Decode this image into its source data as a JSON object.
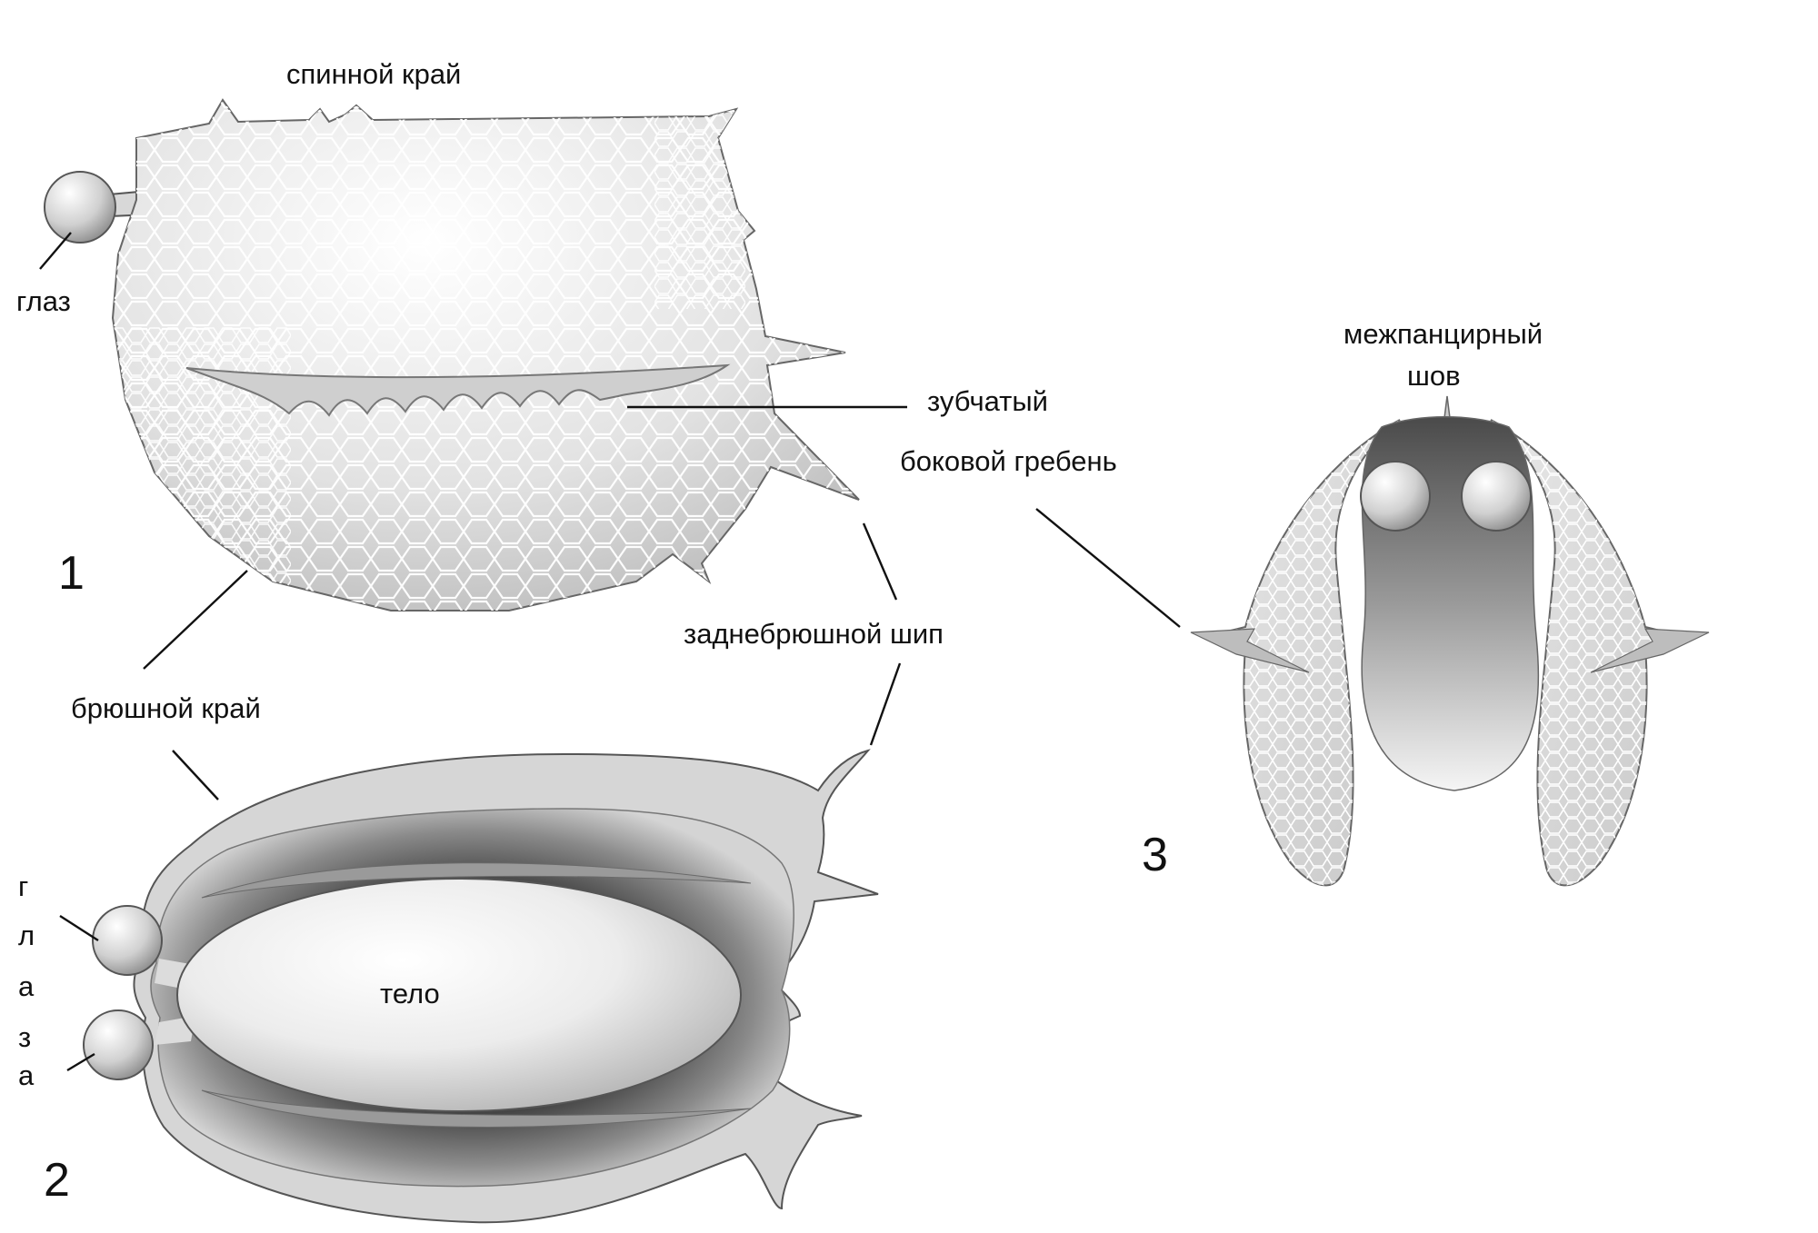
{
  "figures": [
    {
      "number": "1",
      "labels": {
        "dorsal_margin": "спинной  край",
        "eye": "глаз",
        "toothed_ridge_line1": "зубчатый",
        "toothed_ridge_line2": "боковой гребень",
        "ventral_margin": "брюшной край",
        "posteroventral_spine": "заднебрюшной  шип"
      }
    },
    {
      "number": "2",
      "labels": {
        "body": "тело",
        "eyes_letters": [
          "г",
          "л",
          "а",
          "з",
          "а"
        ]
      }
    },
    {
      "number": "3",
      "labels": {
        "suture_line1": "межпанцирный",
        "suture_line2": "шов"
      }
    }
  ],
  "colors": {
    "outline": "#555555",
    "shell_light": "#f4f4f4",
    "shell_mid": "#cfcfcf",
    "shell_dark": "#222222",
    "reticulation": "#ffffff",
    "leader_line": "#111111"
  }
}
